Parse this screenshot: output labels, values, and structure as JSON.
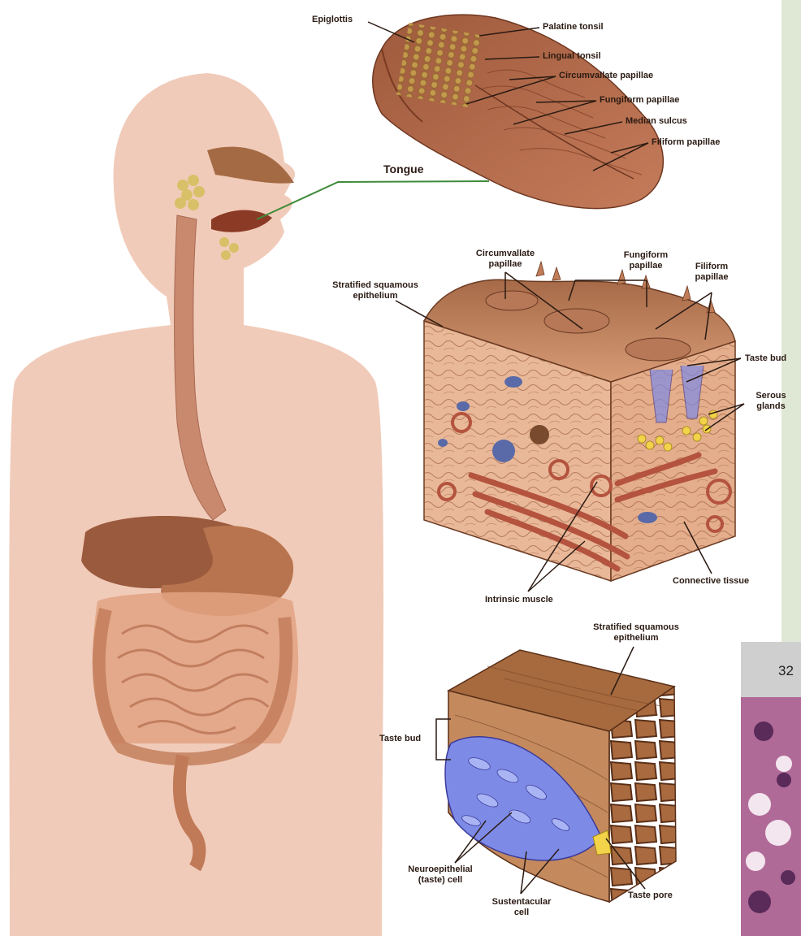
{
  "labels": {
    "epiglottis": "Epiglottis",
    "palatine_tonsil": "Palatine tonsil",
    "lingual_tonsil": "Lingual tonsil",
    "circumvallate_papillae": "Circumvallate papillae",
    "fungiform_papillae": "Fungiform papillae",
    "median_sulcus": "Median sulcus",
    "filiform_papillae": "Filiform papillae",
    "tongue": "Tongue",
    "circumvallate_papillae_2": "Circumvallate\npapillae",
    "fungiform_papillae_2": "Fungiform\npapillae",
    "filiform_papillae_2": "Filiform\npapillae",
    "stratified_squamous_1": "Stratified squamous\nepithelium",
    "taste_bud_1": "Taste bud",
    "serous_glands": "Serous\nglands",
    "connective_tissue": "Connective tissue",
    "intrinsic_muscle": "Intrinsic muscle",
    "stratified_squamous_2": "Stratified squamous\nepithelium",
    "taste_bud_2": "Taste bud",
    "neuroepithelial_cell": "Neuroepithelial\n(taste) cell",
    "sustentacular_cell": "Sustentacular\ncell",
    "taste_pore": "Taste pore"
  },
  "page_number": "32",
  "colors": {
    "body": "#efc7b4",
    "tongue": "#b6694a",
    "tissue": "#e8b695",
    "muscle": "#b4533e",
    "taste_bud_blue": "#7d8be6",
    "gland_yellow": "#f2d34a",
    "leader": "#2a1a12",
    "tongue_leader": "#3f8a3a"
  }
}
